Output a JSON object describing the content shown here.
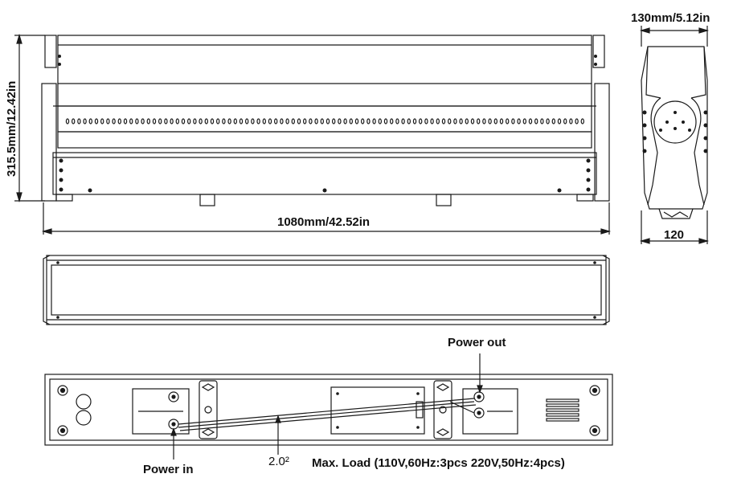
{
  "dimensions": {
    "height": "315.5mm/12.42in",
    "length": "1080mm/42.52in",
    "depth": "130mm/5.12in",
    "base_width": "120"
  },
  "callouts": {
    "power_out": "Power out",
    "power_in": "Power in",
    "cable_gauge": "2.0²",
    "max_load": "Max. Load (110V,60Hz:3pcs   220V,50Hz:4pcs)"
  },
  "colors": {
    "line": "#1a1a1a",
    "background": "#ffffff"
  }
}
